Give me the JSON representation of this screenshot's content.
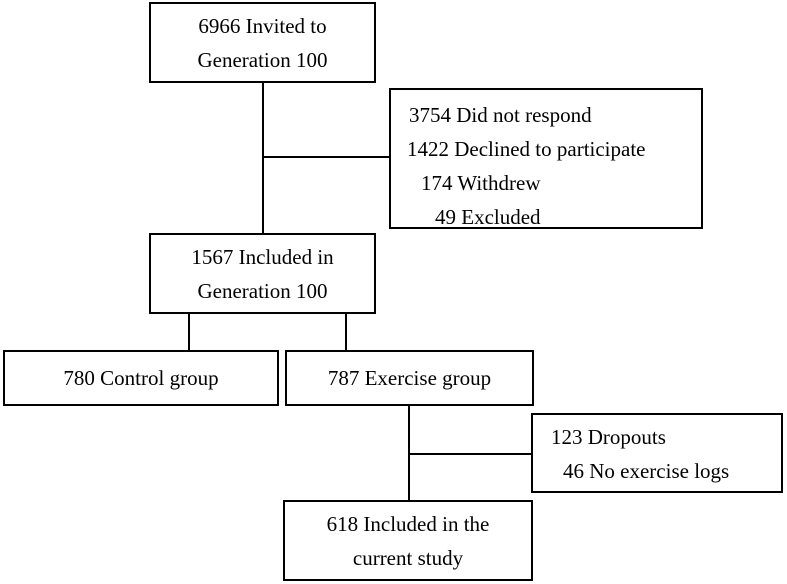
{
  "boxes": {
    "invited": [
      "6966 Invited to",
      "Generation 100"
    ],
    "excluded": [
      "3754 Did not respond",
      "1422 Declined to participate",
      "174 Withdrew",
      "49 Excluded"
    ],
    "included": [
      "1567 Included in",
      "Generation 100"
    ],
    "control": "780 Control group",
    "exercise": "787 Exercise group",
    "dropouts": [
      "123 Dropouts",
      "46 No exercise logs"
    ],
    "current": [
      "618 Included in the",
      "current study"
    ]
  }
}
